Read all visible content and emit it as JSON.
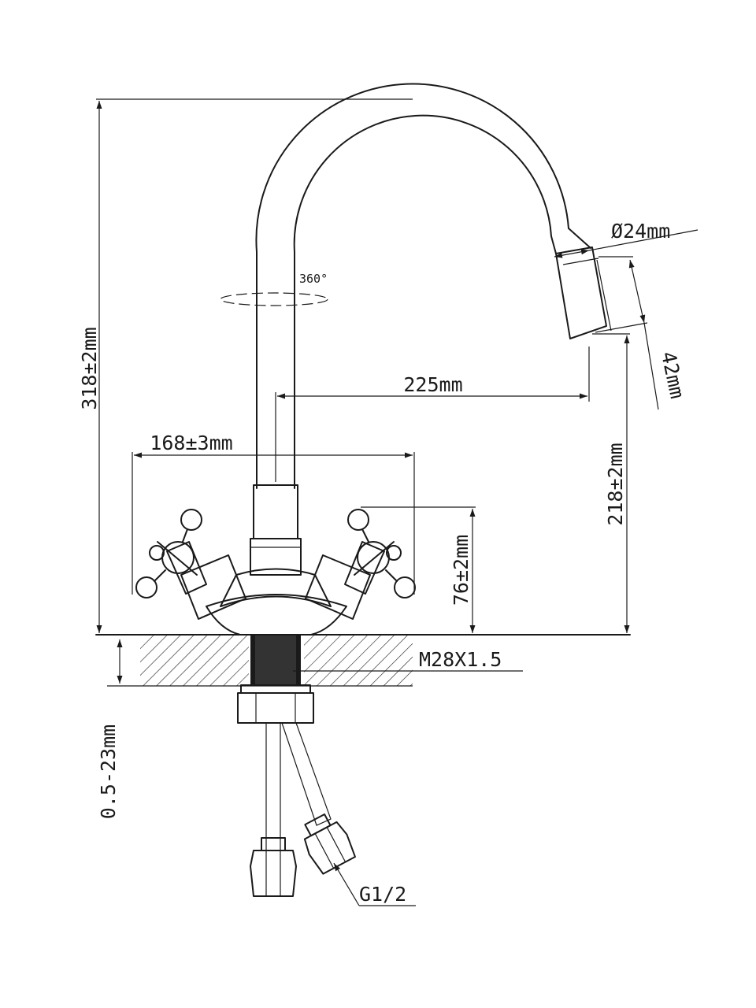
{
  "dimensions": {
    "total_height": "318±2mm",
    "spout_height": "218±2mm",
    "handle_span": "168±3mm",
    "spout_reach": "225mm",
    "aerator_diameter": "Ø24mm",
    "aerator_length": "42mm",
    "handle_height": "76±2mm",
    "mount_thread": "M28X1.5",
    "counter_thickness": "0.5-23mm",
    "hose_connection": "G1/2",
    "rotation": "360°"
  },
  "colors": {
    "line": "#1a1a1a",
    "background": "#ffffff"
  }
}
